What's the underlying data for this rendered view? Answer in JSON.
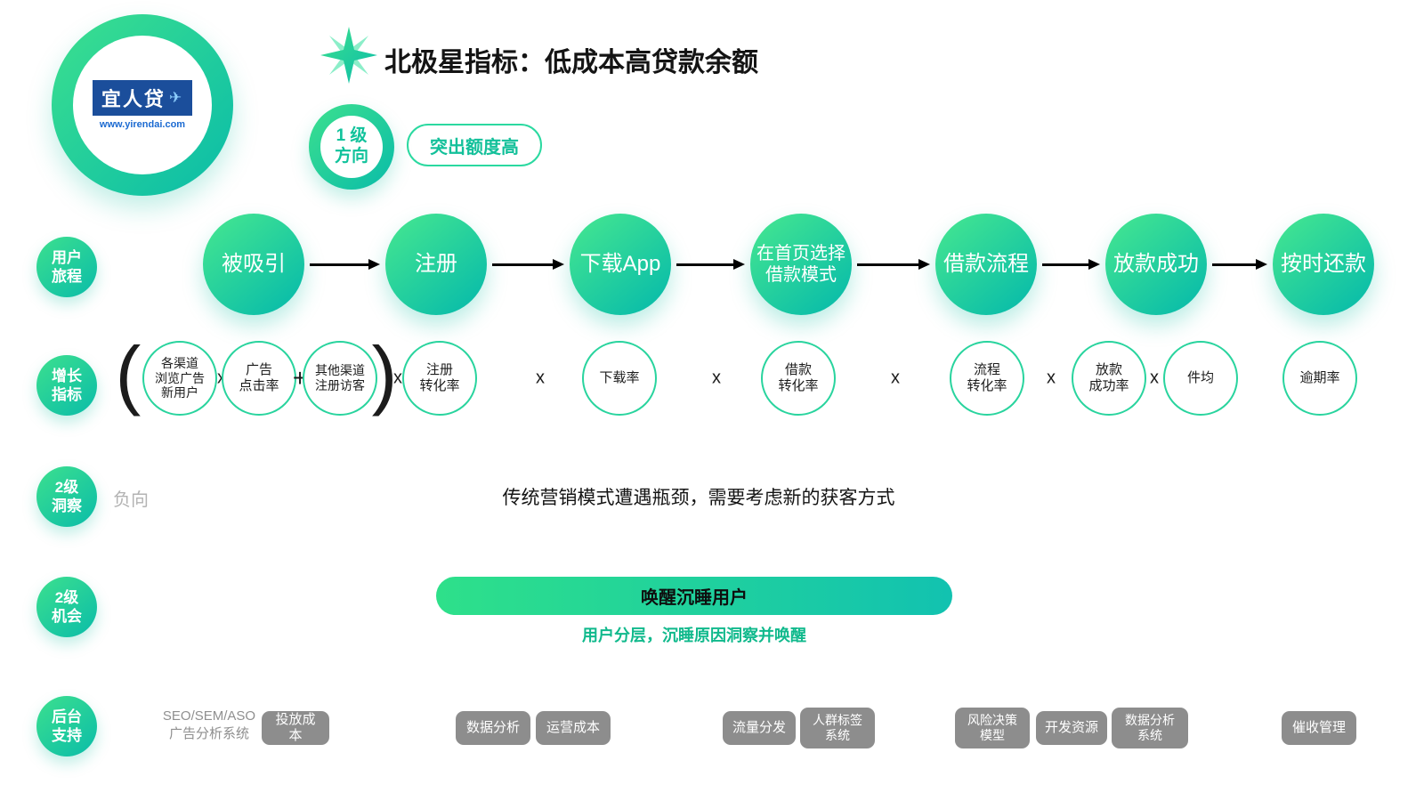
{
  "brand": {
    "logo_text": "宜人贷",
    "logo_site": "www.yirendai.com"
  },
  "header": {
    "title": "北极星指标：低成本高贷款余额",
    "level1_label": "1 级\n方向",
    "highlight_pill": "突出额度高"
  },
  "row_labels": {
    "journey": "用户\n旅程",
    "metrics": "增长\n指标",
    "insight": "2级\n洞察",
    "opportunity": "2级\n机会",
    "support": "后台\n支持"
  },
  "journey": {
    "steps": [
      "被吸引",
      "注册",
      "下载App",
      "在首页选择\n借款模式",
      "借款流程",
      "放款成功",
      "按时还款"
    ]
  },
  "formula": {
    "paren_open": "(",
    "paren_close": ")",
    "op_multiply": "x",
    "op_plus": "+",
    "metrics": [
      "各渠道\n浏览广告\n新用户",
      "广告\n点击率",
      "其他渠道\n注册访客",
      "注册\n转化率",
      "下载率",
      "借款\n转化率",
      "流程\n转化率",
      "放款\n成功率",
      "件均",
      "逾期率"
    ]
  },
  "insight": {
    "side_note": "负向",
    "text": "传统营销模式遭遇瓶颈，需要考虑新的获客方式"
  },
  "opportunity": {
    "pill": "唤醒沉睡用户",
    "subtitle": "用户分层，沉睡原因洞察并唤醒"
  },
  "support": {
    "items": [
      "SEO/SEM/ASO\n广告分析系统",
      "投放成本",
      "数据分析",
      "运营成本",
      "流量分发",
      "人群标签\n系统",
      "风险决策\n模型",
      "开发资源",
      "数据分析\n系统",
      "催收管理"
    ]
  },
  "colors": {
    "accent_green": "#2bd9a0",
    "teal": "#0abca9",
    "gray_pill": "#8d8d8d",
    "logo_blue": "#1b4e9b"
  }
}
